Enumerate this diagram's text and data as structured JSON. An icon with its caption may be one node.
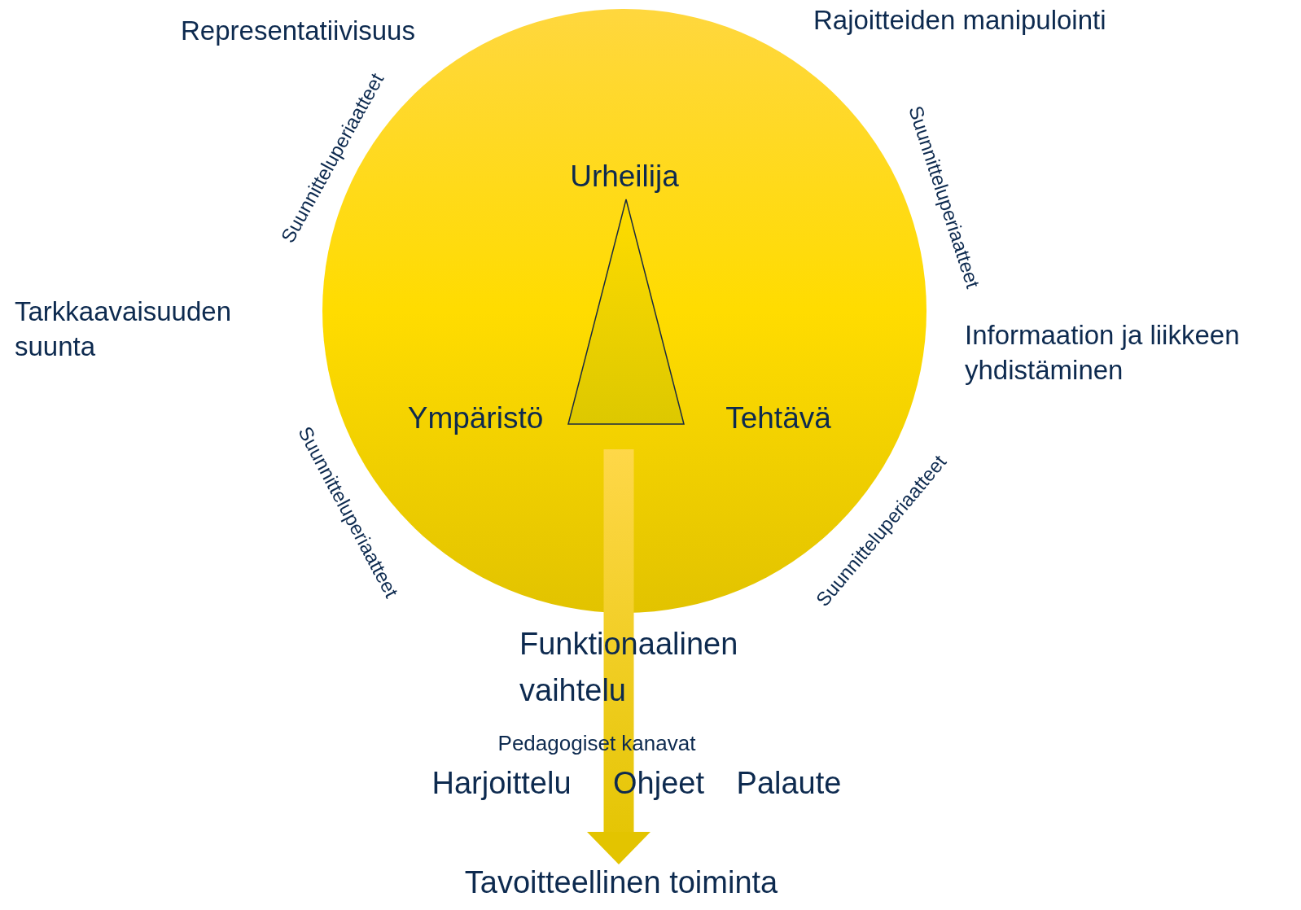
{
  "diagram": {
    "nodes": [
      {
        "text": [],
        "shape": "circle"
      },
      {
        "text": [],
        "shape": "triangle",
        "in": 0
      },
      {
        "text": [
          "Tavoitteellinen toiminta"
        ]
      }
    ],
    "edges": [
      {
        "from": 1,
        "to": 2,
        "arrow": "to",
        "style": "thick"
      }
    ],
    "labels": [
      "Representatiivisuus",
      "Rajoitteiden manipulointi",
      "Suunnitteluperiaatteet",
      "Suunnitteluperiaatteet",
      "Urheilija",
      "Tarkkaavaisuuden suunta",
      "Informaation ja liikkeen yhdistäminen",
      "Ympäristö",
      "Tehtävä",
      "Suunnitteluperiaatteet",
      "Suunnitteluperiaatteet",
      "Funktionaalinen vaihtelu",
      "Pedagogiset kanavat",
      "Harjoittelu",
      "Ohjeet",
      "Palaute"
    ]
  }
}
